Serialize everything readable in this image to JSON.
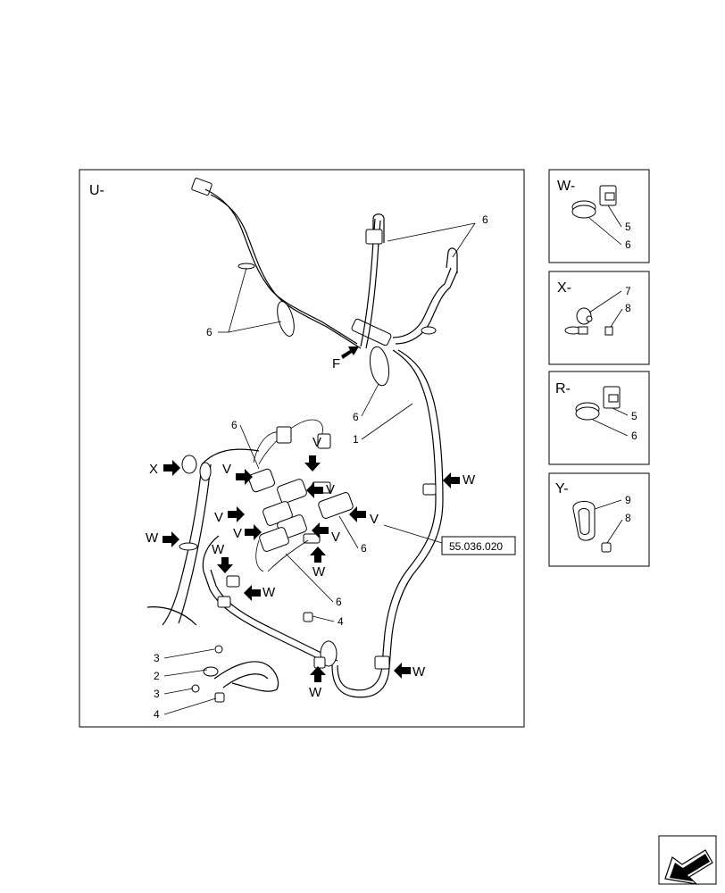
{
  "main_view": {
    "view_label": "U-",
    "callouts": [
      "6",
      "6",
      "6",
      "1",
      "6",
      "6",
      "6",
      "4",
      "3",
      "2",
      "3",
      "4"
    ],
    "arrow_labels": [
      "F",
      "X",
      "V",
      "V",
      "V",
      "V",
      "V",
      "V",
      "V",
      "W",
      "W",
      "W",
      "W",
      "W",
      "W",
      "W"
    ],
    "reference": "55.036.020"
  },
  "detail_views": [
    {
      "label": "W-",
      "callouts": [
        "5",
        "6"
      ]
    },
    {
      "label": "X-",
      "callouts": [
        "7",
        "8"
      ]
    },
    {
      "label": "R-",
      "callouts": [
        "5",
        "6"
      ]
    },
    {
      "label": "Y-",
      "callouts": [
        "9",
        "8"
      ]
    }
  ],
  "nav": {
    "icon": "next-page-arrow-icon"
  }
}
